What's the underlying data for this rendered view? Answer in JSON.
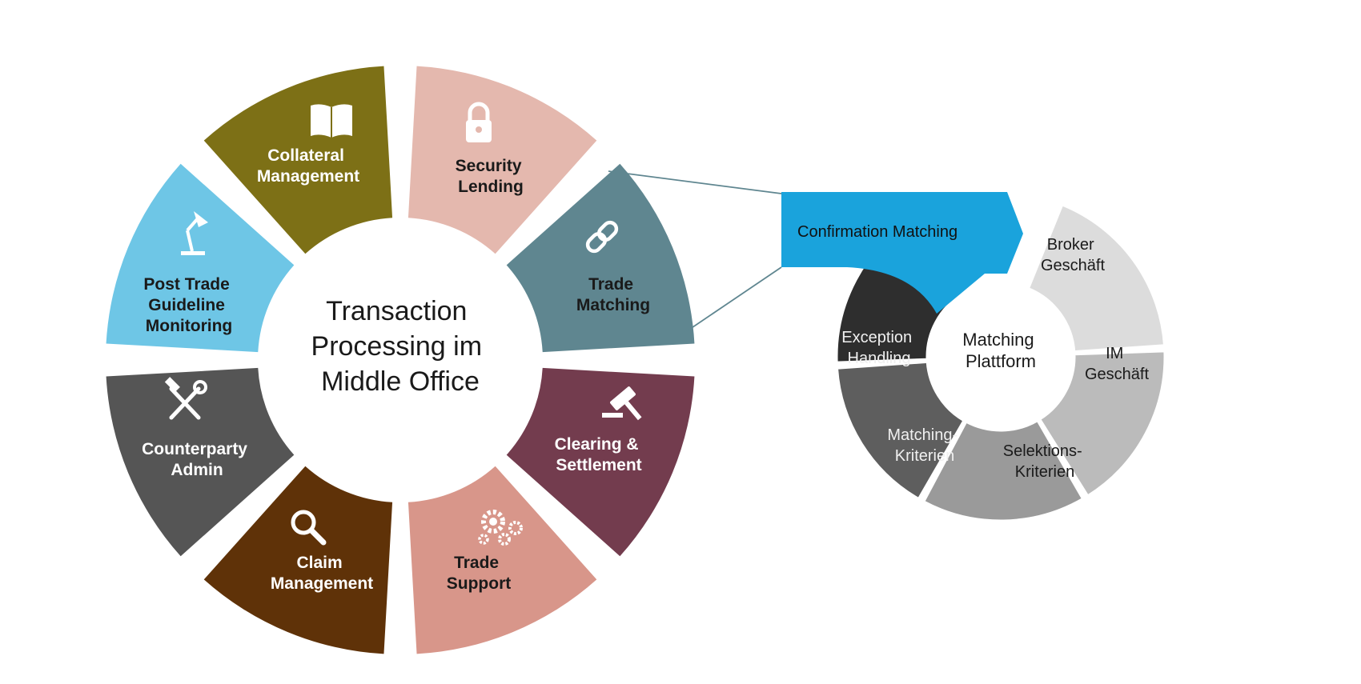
{
  "wheel": {
    "title_lines": [
      "Transaction",
      "Processing im",
      "Middle Office"
    ],
    "segments": [
      {
        "id": "security-lending",
        "lines": [
          "Security",
          "Lending"
        ],
        "color": "#e4b8ae",
        "text_dark": true,
        "icon": "lock-icon"
      },
      {
        "id": "trade-matching",
        "lines": [
          "Trade",
          "Matching"
        ],
        "color": "#5f8690",
        "text_dark": true,
        "icon": "chain-link-icon"
      },
      {
        "id": "clearing-settlement",
        "lines": [
          "Clearing &",
          "Settlement"
        ],
        "color": "#733c4e",
        "text_dark": false,
        "icon": "gavel-icon"
      },
      {
        "id": "trade-support",
        "lines": [
          "Trade",
          "Support"
        ],
        "color": "#d8968a",
        "text_dark": true,
        "icon": "gears-icon"
      },
      {
        "id": "claim-management",
        "lines": [
          "Claim",
          "Management"
        ],
        "color": "#5f3208",
        "text_dark": false,
        "icon": "magnifier-icon"
      },
      {
        "id": "counterparty-admin",
        "lines": [
          "Counterparty",
          "Admin"
        ],
        "color": "#555555",
        "text_dark": false,
        "icon": "tools-icon"
      },
      {
        "id": "post-trade-guideline-monitoring",
        "lines": [
          "Post Trade",
          "Guideline",
          "Monitoring"
        ],
        "color": "#6ec6e6",
        "text_dark": true,
        "icon": "desk-lamp-icon"
      },
      {
        "id": "collateral-management",
        "lines": [
          "Collateral",
          "Management"
        ],
        "color": "#7d7016",
        "text_dark": false,
        "icon": "open-book-icon"
      }
    ]
  },
  "matching": {
    "banner": "Confirmation Matching",
    "banner_color": "#1aa3dc",
    "hub_lines": [
      "Matching",
      "Plattform"
    ],
    "arcs": [
      {
        "id": "broker-geschaeft",
        "lines": [
          "Broker",
          "Geschäft"
        ],
        "color": "#dcdcdc",
        "text_light": false
      },
      {
        "id": "im-geschaeft",
        "lines": [
          "IM",
          "Geschäft"
        ],
        "color": "#bbbbbb",
        "text_light": false
      },
      {
        "id": "selektions-kriterien",
        "lines": [
          "Selektions-",
          "Kriterien"
        ],
        "color": "#9a9a9a",
        "text_light": false
      },
      {
        "id": "matching-kriterien",
        "lines": [
          "Matching-",
          "Kriterien"
        ],
        "color": "#5e5e5e",
        "text_light": true
      },
      {
        "id": "exception-handling",
        "lines": [
          "Exception",
          "Handling"
        ],
        "color": "#2e2e2e",
        "text_light": true
      }
    ]
  }
}
